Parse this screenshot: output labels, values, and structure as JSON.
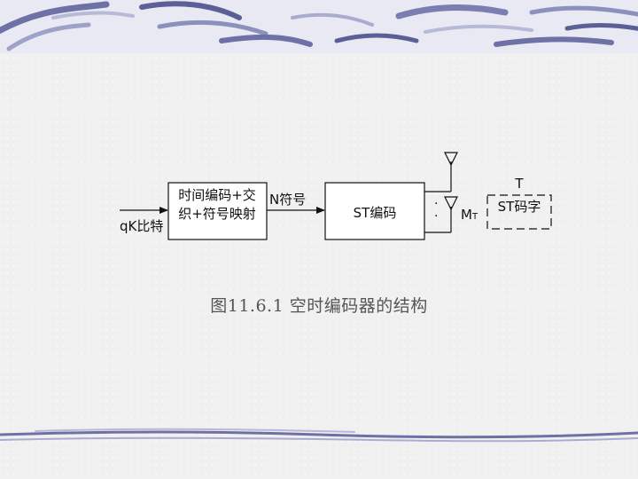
{
  "diagram": {
    "input_label": "qK比特",
    "block1_line1": "时间编码+交",
    "block1_line2": "织+符号映射",
    "mid_label": "N符号",
    "block2_label": "ST编码",
    "dots": "·",
    "antenna_label_main": "M",
    "antenna_label_sub": "T",
    "t_label": "T",
    "codeword_label": "ST码字"
  },
  "caption": "图11.6.1  空时编码器的结构",
  "colors": {
    "band": "#5b5f97",
    "band_light": "#b9bcd8",
    "line": "#111111",
    "caption": "#555555"
  }
}
